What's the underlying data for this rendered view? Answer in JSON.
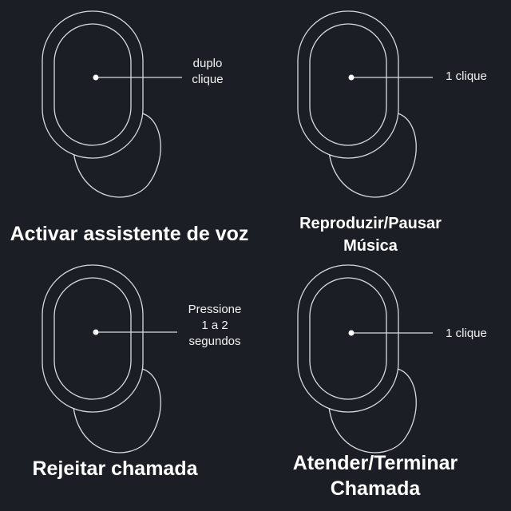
{
  "colors": {
    "background": "#1b1f25",
    "outline": "#d8dadd",
    "text": "#ffffff"
  },
  "icons": {
    "earbud": "earbud-outline-icon",
    "tap_point": "tap-point-icon"
  },
  "panels": [
    {
      "hint_lines": [
        "duplo",
        "clique"
      ],
      "title_lines": [
        "Activar assistente de voz"
      ]
    },
    {
      "hint_lines": [
        "1 clique"
      ],
      "title_lines": [
        "Reproduzir/Pausar",
        "Música"
      ]
    },
    {
      "hint_lines": [
        "Pressione",
        "1 a 2",
        "segundos"
      ],
      "title_lines": [
        "Rejeitar chamada"
      ]
    },
    {
      "hint_lines": [
        "1 clique"
      ],
      "title_lines": [
        "Atender/Terminar",
        "Chamada"
      ]
    }
  ]
}
